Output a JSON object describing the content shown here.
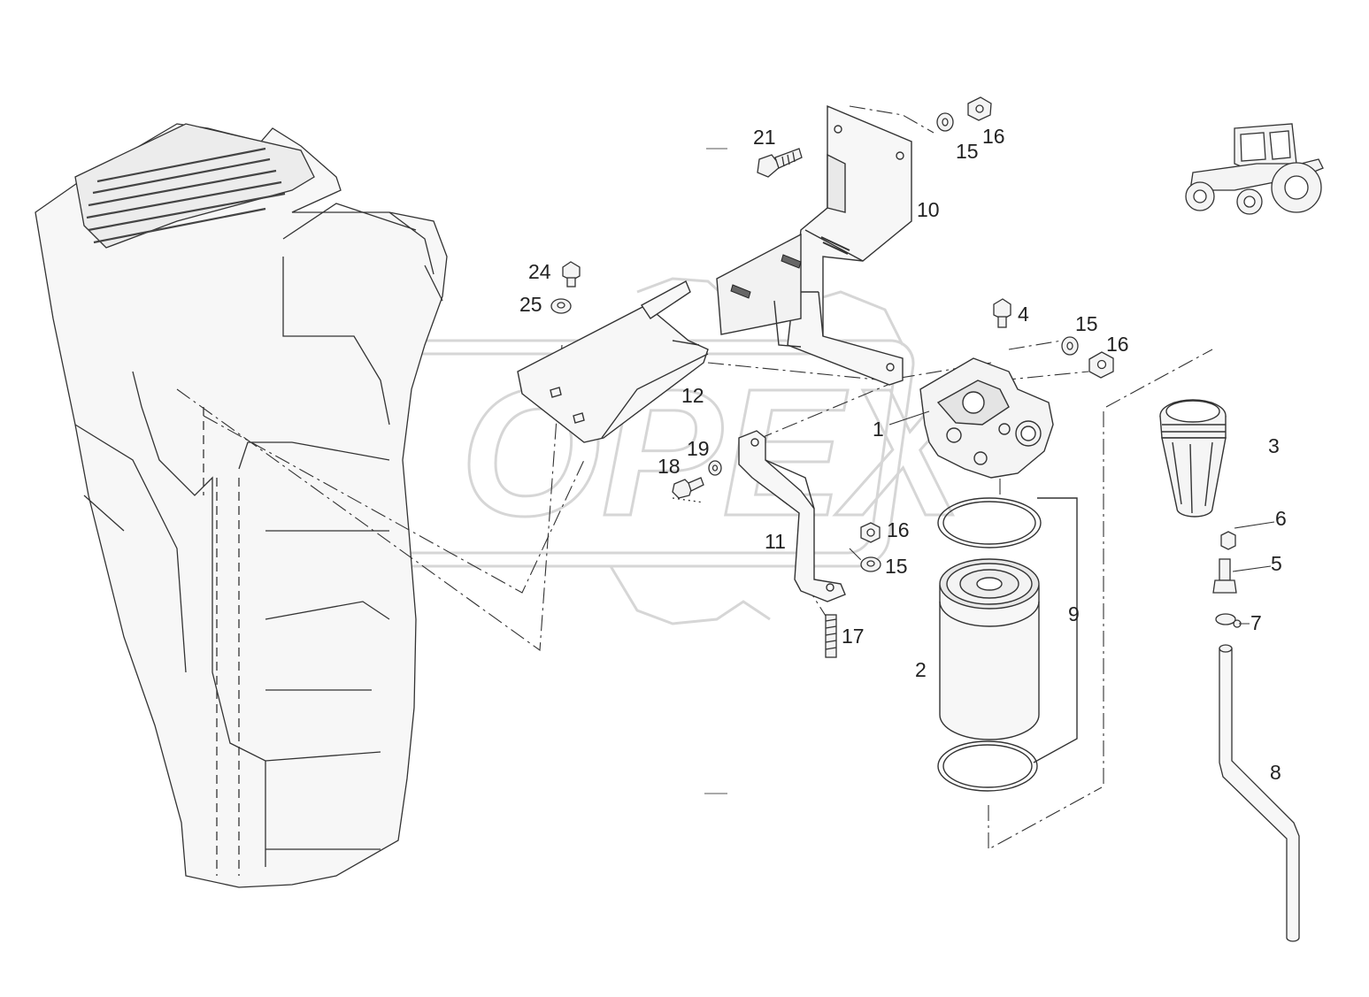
{
  "watermark": {
    "text": "OPEX",
    "color": "#d6d6d6"
  },
  "colors": {
    "line": "#333333",
    "part_fill": "#f7f7f7",
    "shade": "#e4e4e4"
  },
  "callouts": [
    {
      "id": "c21",
      "label": "21"
    },
    {
      "id": "c16a",
      "label": "16"
    },
    {
      "id": "c15a",
      "label": "15"
    },
    {
      "id": "c10",
      "label": "10"
    },
    {
      "id": "c24",
      "label": "24"
    },
    {
      "id": "c25",
      "label": "25"
    },
    {
      "id": "c4",
      "label": "4"
    },
    {
      "id": "c15b",
      "label": "15"
    },
    {
      "id": "c16b",
      "label": "16"
    },
    {
      "id": "c12",
      "label": "12"
    },
    {
      "id": "c1",
      "label": "1"
    },
    {
      "id": "c3",
      "label": "3"
    },
    {
      "id": "c19",
      "label": "19"
    },
    {
      "id": "c18",
      "label": "18"
    },
    {
      "id": "c6",
      "label": "6"
    },
    {
      "id": "c16c",
      "label": "16"
    },
    {
      "id": "c5",
      "label": "5"
    },
    {
      "id": "c11",
      "label": "11"
    },
    {
      "id": "c15c",
      "label": "15"
    },
    {
      "id": "c9",
      "label": "9"
    },
    {
      "id": "c7",
      "label": "7"
    },
    {
      "id": "c17",
      "label": "17"
    },
    {
      "id": "c2",
      "label": "2"
    },
    {
      "id": "c8",
      "label": "8"
    }
  ],
  "icons": {
    "tractor": "tractor-icon"
  }
}
